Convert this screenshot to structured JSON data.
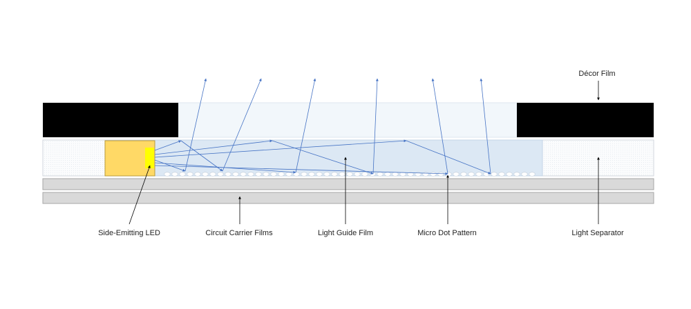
{
  "labels": {
    "decor_film": "Décor Film",
    "side_emitting_led": "Side-Emitting LED",
    "circuit_carrier_films": "Circuit Carrier Films",
    "light_guide_film": "Light Guide Film",
    "micro_dot_pattern": "Micro Dot Pattern",
    "light_separator": "Light Separator"
  },
  "colors": {
    "decor_black": "#000000",
    "decor_window": "#f2f7fb",
    "light_guide": "#dce8f4",
    "separator": "#f4f6f8",
    "led_body": "#ffd966",
    "led_emitter": "#ffff00",
    "carrier": "#d9d9d9",
    "rays": "#4472c4"
  }
}
